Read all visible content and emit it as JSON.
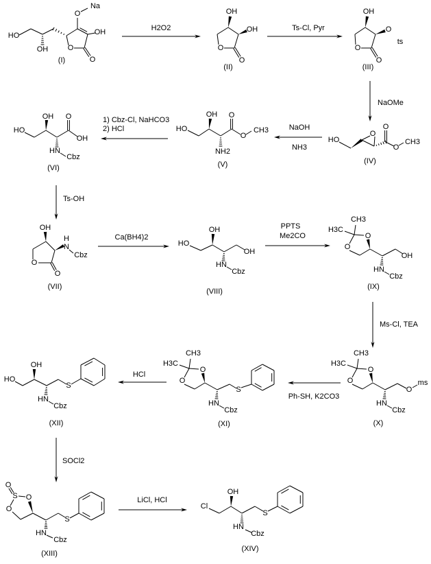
{
  "compounds": [
    {
      "label": "(I)",
      "atoms": [
        "Na",
        "O",
        "HO",
        "OH",
        "OH",
        "O",
        "O"
      ]
    },
    {
      "label": "(II)",
      "atoms": [
        "OH",
        "OH",
        "O",
        "O"
      ]
    },
    {
      "label": "(III)",
      "atoms": [
        "OH",
        "O",
        "ts",
        "O",
        "O"
      ]
    },
    {
      "label": "(IV)",
      "atoms": [
        "HO",
        "O",
        "O",
        "O",
        "CH3"
      ]
    },
    {
      "label": "(V)",
      "atoms": [
        "HO",
        "OH",
        "NH2",
        "O",
        "O",
        "CH3"
      ]
    },
    {
      "label": "(VI)",
      "atoms": [
        "HO",
        "OH",
        "O",
        "OH",
        "HN",
        "Cbz"
      ]
    },
    {
      "label": "(VII)",
      "atoms": [
        "OH",
        "H",
        "N",
        "Cbz",
        "O",
        "O"
      ]
    },
    {
      "label": "(VIII)",
      "atoms": [
        "HO",
        "OH",
        "OH",
        "HN",
        "Cbz"
      ]
    },
    {
      "label": "(IX)",
      "atoms": [
        "CH3",
        "H3C",
        "O",
        "O",
        "HN",
        "Cbz",
        "OH"
      ]
    },
    {
      "label": "(X)",
      "atoms": [
        "CH3",
        "H3C",
        "O",
        "O",
        "HN",
        "Cbz",
        "O",
        "ms"
      ]
    },
    {
      "label": "(XI)",
      "atoms": [
        "CH3",
        "H3C",
        "O",
        "O",
        "HN",
        "Cbz",
        "S"
      ]
    },
    {
      "label": "(XII)",
      "atoms": [
        "HO",
        "OH",
        "HN",
        "Cbz",
        "S"
      ]
    },
    {
      "label": "(XIII)",
      "atoms": [
        "O",
        "S",
        "O",
        "O",
        "HN",
        "Cbz",
        "S"
      ]
    },
    {
      "label": "(XIV)",
      "atoms": [
        "Cl",
        "OH",
        "HN",
        "Cbz",
        "S"
      ]
    }
  ],
  "reactions": [
    {
      "from": "(I)",
      "to": "(II)",
      "reagents": [
        "H2O2"
      ]
    },
    {
      "from": "(II)",
      "to": "(III)",
      "reagents": [
        "Ts-Cl,  Pyr"
      ]
    },
    {
      "from": "(III)",
      "to": "(IV)",
      "reagents": [
        "NaOMe"
      ]
    },
    {
      "from": "(IV)",
      "to": "(V)",
      "reagents": [
        "NaOH",
        "NH3"
      ]
    },
    {
      "from": "(V)",
      "to": "(VI)",
      "reagents": [
        "1) Cbz-Cl, NaHCO3",
        "2) HCl"
      ]
    },
    {
      "from": "(VI)",
      "to": "(VII)",
      "reagents": [
        "Ts-OH"
      ]
    },
    {
      "from": "(VII)",
      "to": "(VIII)",
      "reagents": [
        "Ca(BH4)2"
      ]
    },
    {
      "from": "(VIII)",
      "to": "(IX)",
      "reagents": [
        "PPTS",
        "Me2CO"
      ]
    },
    {
      "from": "(IX)",
      "to": "(X)",
      "reagents": [
        "Ms-Cl, TEA"
      ]
    },
    {
      "from": "(X)",
      "to": "(XI)",
      "reagents": [
        "Ph-SH, K2CO3"
      ]
    },
    {
      "from": "(XI)",
      "to": "(XII)",
      "reagents": [
        "HCl"
      ]
    },
    {
      "from": "(XII)",
      "to": "(XIII)",
      "reagents": [
        "SOCl2"
      ]
    },
    {
      "from": "(XIII)",
      "to": "(XIV)",
      "reagents": [
        "LiCl, HCl"
      ]
    }
  ]
}
